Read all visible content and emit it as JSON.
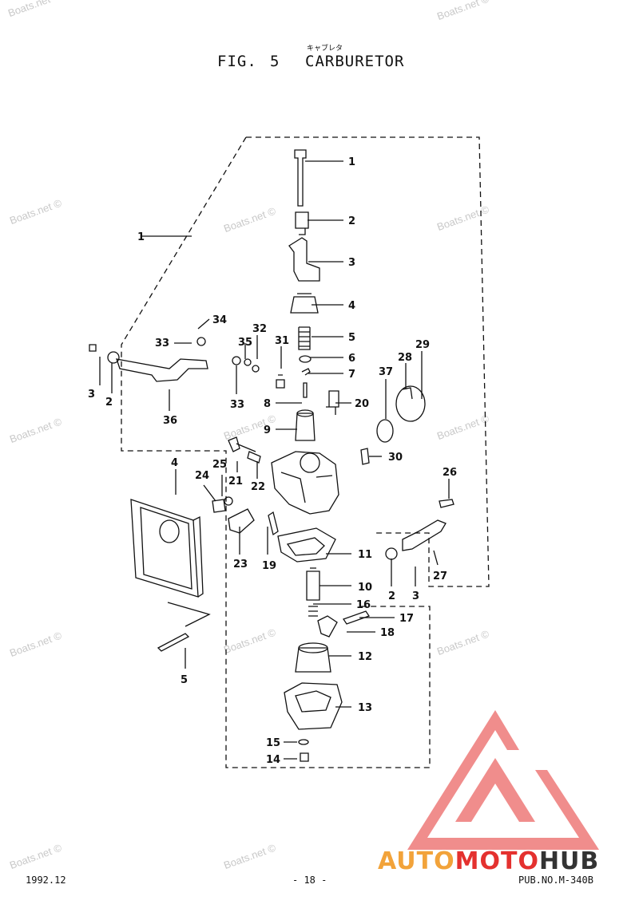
{
  "header": {
    "fig_label": "FIG.",
    "fig_number": "5",
    "title": "CARBURETOR",
    "title_kana": "キャブレタ"
  },
  "footer": {
    "date": "1992.12",
    "page": "- 18 -",
    "pub_no": "PUB.NO.M-340B"
  },
  "watermark": {
    "text": "Boats.net ©"
  },
  "logo": {
    "part1": "AUTO",
    "part2": "MOTO",
    "part3": "HUB",
    "color_red": "#e4312f",
    "color_orange": "#f2a33a",
    "color_dark": "#333333"
  },
  "callouts": [
    "1",
    "2",
    "3",
    "4",
    "5",
    "6",
    "7",
    "8",
    "9",
    "10",
    "11",
    "12",
    "13",
    "14",
    "15",
    "16",
    "17",
    "18",
    "19",
    "20",
    "21",
    "22",
    "23",
    "24",
    "25",
    "26",
    "27",
    "28",
    "29",
    "30",
    "31",
    "32",
    "33",
    "34",
    "35",
    "36",
    "37"
  ]
}
